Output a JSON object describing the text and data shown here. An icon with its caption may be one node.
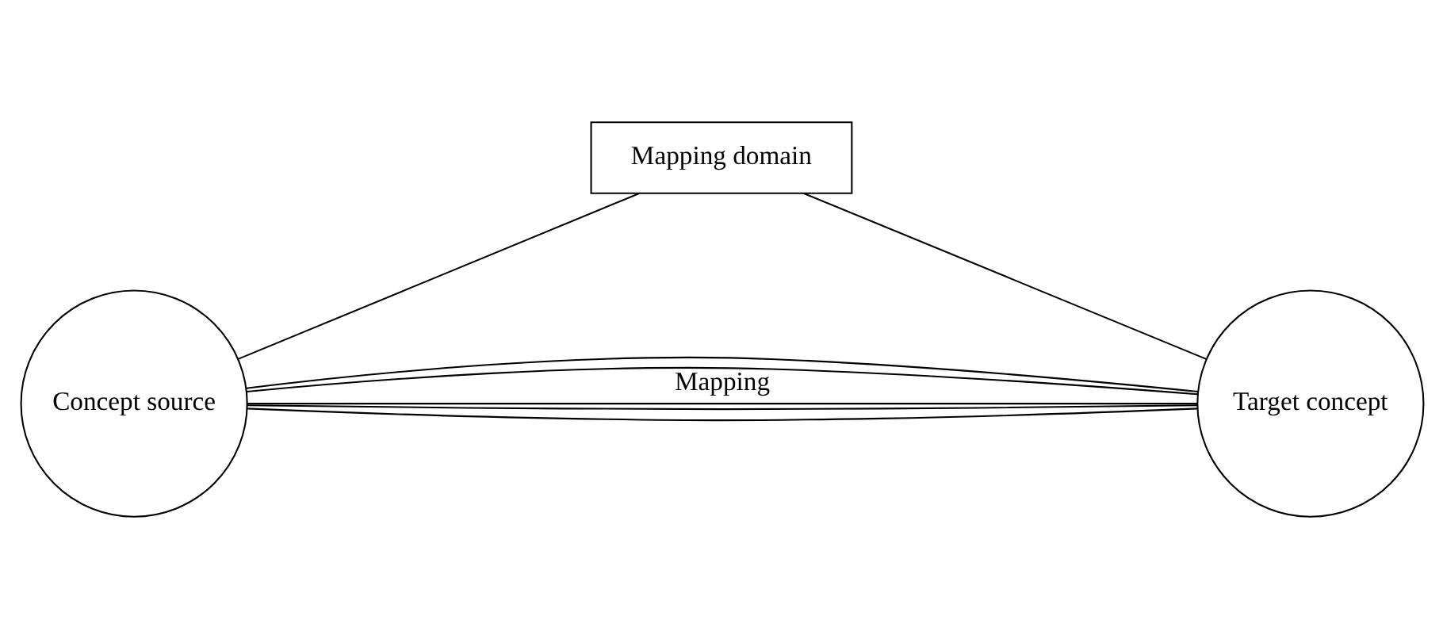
{
  "diagram": {
    "nodes": [
      {
        "text": [
          "Mapping domain"
        ]
      },
      {
        "text": [
          "Concept source"
        ]
      },
      {
        "text": [
          "Target concept"
        ]
      }
    ],
    "edges": [
      {
        "from": 0,
        "to": 1,
        "arrow": "none"
      },
      {
        "from": 0,
        "to": 2,
        "arrow": "none"
      },
      {
        "from": 1,
        "to": 2,
        "arrow": "none"
      },
      {
        "from": 1,
        "to": 2,
        "arrow": "none"
      },
      {
        "from": 1,
        "to": 2,
        "arrow": "none",
        "label": "Mapping"
      },
      {
        "from": 1,
        "to": 2,
        "arrow": "none"
      },
      {
        "from": 1,
        "to": 2,
        "arrow": "none"
      }
    ]
  }
}
